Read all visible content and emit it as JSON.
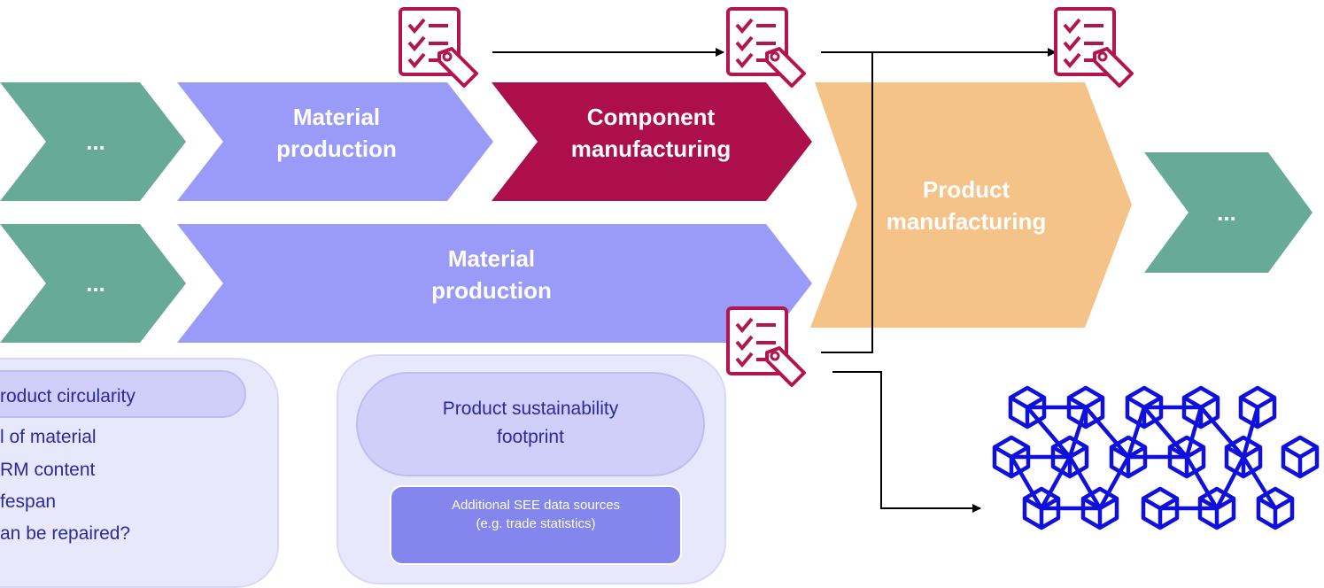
{
  "colors": {
    "upstream": "#67aa98",
    "material": "#9a9af8",
    "component": "#ad0e4c",
    "product": "#f5c287",
    "doc_icon": "#b3164f",
    "blockchain": "#1010dd",
    "panel_bg": "#e8e8fc",
    "pill_bg": "#cfcffa",
    "text_blue": "#2a2aa0",
    "source_box": "#8585ee"
  },
  "row1": {
    "upstream_label": "...",
    "material_line1": "Material",
    "material_line2": "production",
    "component_line1": "Component",
    "component_line2": "manufacturing"
  },
  "row2": {
    "upstream_label": "...",
    "material_line1": "Material",
    "material_line2": "production"
  },
  "product": {
    "line1": "Product",
    "line2": "manufacturing"
  },
  "downstream_label": "...",
  "icons": [
    "product-passport-icon",
    "blockchain-network-icon"
  ],
  "circularity_panel": {
    "title": "roduct circularity",
    "items": [
      "l of material",
      "RM content",
      "fespan",
      "an be repaired?"
    ]
  },
  "sustainability_panel": {
    "title_line1": "Product sustainability",
    "title_line2": "footprint",
    "source_line1": "Additional SEE data sources",
    "source_line2": "(e.g. trade statistics)"
  }
}
